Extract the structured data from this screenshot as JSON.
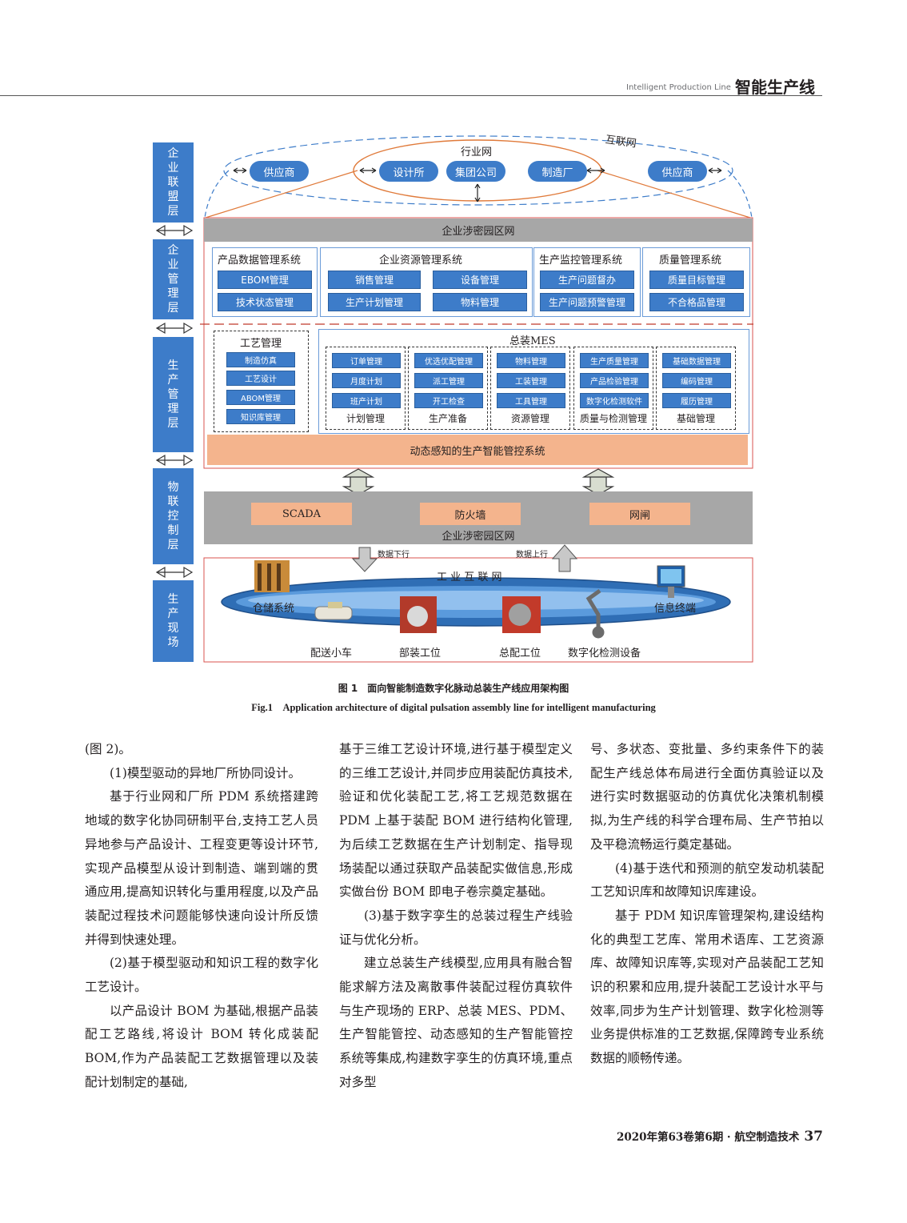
{
  "header": {
    "en": "Intelligent Production Line",
    "cn": "智能生产线"
  },
  "figure": {
    "layers": [
      "企业联盟层",
      "企业管理层",
      "生产管理层",
      "物联控制层",
      "生产现场"
    ],
    "network": {
      "industry": "行业网",
      "internet": "互联网"
    },
    "partners": {
      "supplier_left": "供应商",
      "design": "设计所",
      "group": "集团公司",
      "factory": "制造厂",
      "supplier_right": "供应商"
    },
    "park_net_top": "企业涉密园区网",
    "systems": {
      "pdm": {
        "title": "产品数据管理系统",
        "items": [
          "EBOM管理",
          "技术状态管理"
        ]
      },
      "erp": {
        "title": "企业资源管理系统",
        "items": [
          "销售管理",
          "设备管理",
          "生产计划管理",
          "物料管理"
        ]
      },
      "monitor": {
        "title": "生产监控管理系统",
        "items": [
          "生产问题督办",
          "生产问题预警管理"
        ]
      },
      "quality": {
        "title": "质量管理系统",
        "items": [
          "质量目标管理",
          "不合格品管理"
        ]
      }
    },
    "process": {
      "title": "工艺管理",
      "items": [
        "制造仿真",
        "工艺设计",
        "ABOM管理",
        "知识库管理"
      ]
    },
    "mes": {
      "title": "总装MES",
      "groups": [
        {
          "name": "计划管理",
          "items": [
            "订单管理",
            "月度计划",
            "班产计划"
          ]
        },
        {
          "name": "生产准备",
          "items": [
            "优选优配管理",
            "派工管理",
            "开工检查"
          ]
        },
        {
          "name": "资源管理",
          "items": [
            "物料管理",
            "工装管理",
            "工具管理"
          ]
        },
        {
          "name": "质量与检测管理",
          "items": [
            "生产质量管理",
            "产品检验管理",
            "数字化检测软件"
          ]
        },
        {
          "name": "基础管理",
          "items": [
            "基础数据管理",
            "编码管理",
            "履历管理"
          ]
        }
      ]
    },
    "smart_control": "动态感知的生产智能管控系统",
    "iot": {
      "items": [
        "SCADA",
        "防火墙",
        "网闸"
      ],
      "net": "企业涉密园区网"
    },
    "data_down": "数据下行",
    "data_up": "数据上行",
    "field": {
      "ring": "工 业 互 联 网",
      "warehouse": "仓储系统",
      "terminal": "信息终端",
      "bottom": [
        "配送小车",
        "部装工位",
        "总配工位",
        "数字化检测设备"
      ]
    }
  },
  "caption": {
    "cn": "图 1　面向智能制造数字化脉动总装生产线应用架构图",
    "en": "Fig.1　Application architecture of digital pulsation assembly line for intelligent manufacturing"
  },
  "body": {
    "col1": [
      "(图 2)。",
      "(1)模型驱动的异地厂所协同设计。",
      "基于行业网和厂所 PDM 系统搭建跨地域的数字化协同研制平台,支持工艺人员异地参与产品设计、工程变更等设计环节,实现产品模型从设计到制造、端到端的贯通应用,提高知识转化与重用程度,以及产品装配过程技术问题能够快速向设计所反馈并得到快速处理。",
      "(2)基于模型驱动和知识工程的数字化工艺设计。",
      "以产品设计 BOM 为基础,根据产品装配工艺路线,将设计 BOM 转化成装配 BOM,作为产品装配工艺数据管理以及装配计划制定的基础,"
    ],
    "col2": [
      "基于三维工艺设计环境,进行基于模型定义的三维工艺设计,并同步应用装配仿真技术,验证和优化装配工艺,将工艺规范数据在 PDM 上基于装配 BOM 进行结构化管理,为后续工艺数据在生产计划制定、指导现场装配以通过获取产品装配实做信息,形成实做台份 BOM 即电子卷宗奠定基础。",
      "(3)基于数字孪生的总装过程生产线验证与优化分析。",
      "建立总装生产线模型,应用具有融合智能求解方法及离散事件装配过程仿真软件与生产现场的 ERP、总装 MES、PDM、生产智能管控、动态感知的生产智能管控系统等集成,构建数字孪生的仿真环境,重点对多型"
    ],
    "col3": [
      "号、多状态、变批量、多约束条件下的装配生产线总体布局进行全面仿真验证以及进行实时数据驱动的仿真优化决策机制模拟,为生产线的科学合理布局、生产节拍以及平稳流畅运行奠定基础。",
      "(4)基于迭代和预测的航空发动机装配工艺知识库和故障知识库建设。",
      "基于 PDM 知识库管理架构,建设结构化的典型工艺库、常用术语库、工艺资源库、故障知识库等,实现对产品装配工艺知识的积累和应用,提升装配工艺设计水平与效率,同步为生产计划管理、数字化检测等业务提供标准的工艺数据,保障跨专业系统数据的顺畅传递。"
    ]
  },
  "footer": {
    "text": "2020年第63卷第6期 · 航空制造技术",
    "page": "37"
  }
}
